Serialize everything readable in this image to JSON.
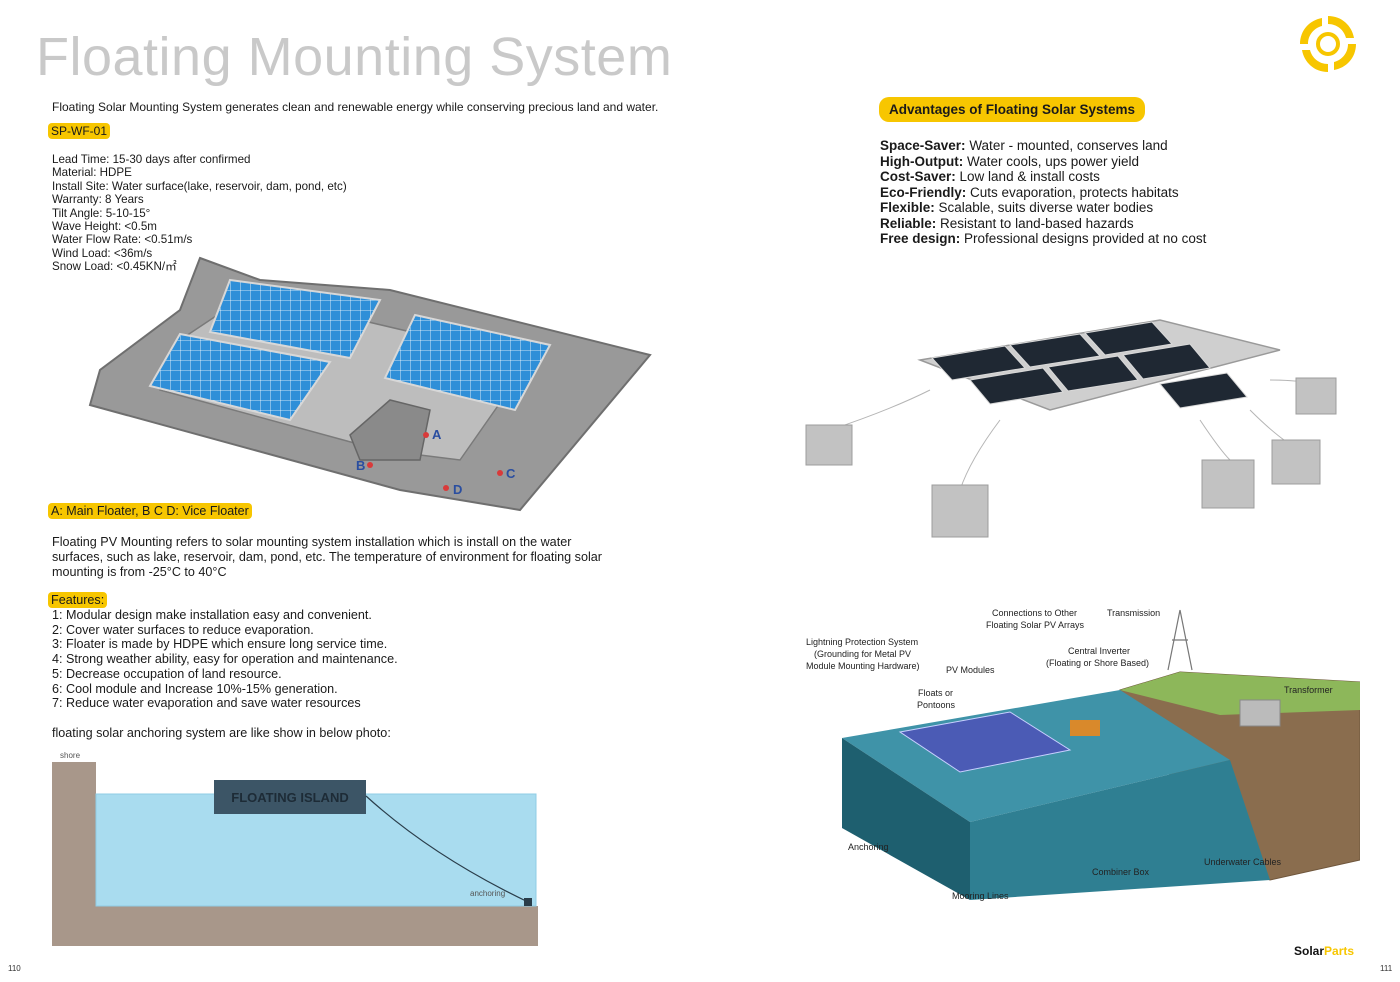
{
  "page": {
    "title": "Floating Mounting System",
    "intro": "Floating Solar Mounting System generates clean and renewable energy while conserving precious land and water.",
    "model_code": "SP-WF-01",
    "page_left": "110",
    "page_right": "111"
  },
  "specs": [
    "Lead Time: 15-30 days after confirmed",
    "Material: HDPE",
    "Install Site: Water surface(lake, reservoir, dam, pond, etc)",
    "Warranty: 8 Years",
    "Tilt Angle: 5-10-15°",
    "Wave Height: <0.5m",
    "Water Flow Rate: <0.51m/s",
    "Wind Load: <36m/s",
    "Snow Load: <0.45KN/㎡"
  ],
  "floater_diagram": {
    "labels": {
      "a": "A",
      "b": "B",
      "c": "C",
      "d": "D"
    },
    "colors": {
      "panel": "#2f8fd8",
      "floater": "#8c8c8c",
      "marker": "#d93a3a",
      "letter": "#2a4ea0"
    }
  },
  "legend_ab": "A: Main Floater, B C D: Vice Floater",
  "description": "Floating PV Mounting refers to solar mounting system installation which is install on the water surfaces, such as lake, reservoir, dam, pond, etc. The temperature of environment for floating solar mounting is from -25°C to 40°C",
  "features": {
    "label": "Features:",
    "items": [
      "1: Modular design make installation easy and convenient.",
      "2: Cover water surfaces to reduce evaporation.",
      "3: Floater is made by HDPE which ensure long service time.",
      "4: Strong weather ability, easy for operation and maintenance.",
      "5: Decrease occupation of land resource.",
      "6: Cool module and Increase 10%-15% generation.",
      "7: Reduce water evaporation and save water resources"
    ]
  },
  "anchoring": {
    "note": "floating solar anchoring system are like show in below photo:",
    "shore_label": "shore",
    "island_label": "FLOATING ISLAND",
    "anchor_label": "anchoring"
  },
  "advantages": {
    "heading": "Advantages of Floating Solar Systems",
    "items": [
      {
        "term": "Space-Saver:",
        "text": " Water - mounted, conserves land"
      },
      {
        "term": "High-Output:",
        "text": " Water cools, ups power yield"
      },
      {
        "term": "Cost-Saver:",
        "text": " Low land & install costs"
      },
      {
        "term": "Eco-Friendly:",
        "text": " Cuts evaporation, protects habitats"
      },
      {
        "term": "Flexible:",
        "text": " Scalable, suits diverse water bodies"
      },
      {
        "term": "Reliable:",
        "text": " Resistant to land-based hazards"
      },
      {
        "term": "Free design:",
        "text": " Professional designs provided at no cost"
      }
    ]
  },
  "system_diagram": {
    "connections_1": "Connections to Other",
    "connections_2": "Floating Solar PV Arrays",
    "transmission": "Transmission",
    "lightning_1": "Lightning Protection System",
    "lightning_2": "(Grounding for Metal PV",
    "lightning_3": "Module Mounting Hardware)",
    "pv_modules": "PV Modules",
    "inverter_1": "Central Inverter",
    "inverter_2": "(Floating or Shore Based)",
    "transformer": "Transformer",
    "floats_1": "Floats or",
    "floats_2": "Pontoons",
    "anchoring": "Anchoring",
    "underwater_cables": "Underwater Cables",
    "combiner_box": "Combiner Box",
    "mooring_lines": "Mooring Lines"
  },
  "brand": {
    "part1": "Solar",
    "part2": "Parts"
  },
  "colors": {
    "accent": "#f7c600",
    "title_gray": "#c9c9c9",
    "water": "#3f93a8"
  }
}
